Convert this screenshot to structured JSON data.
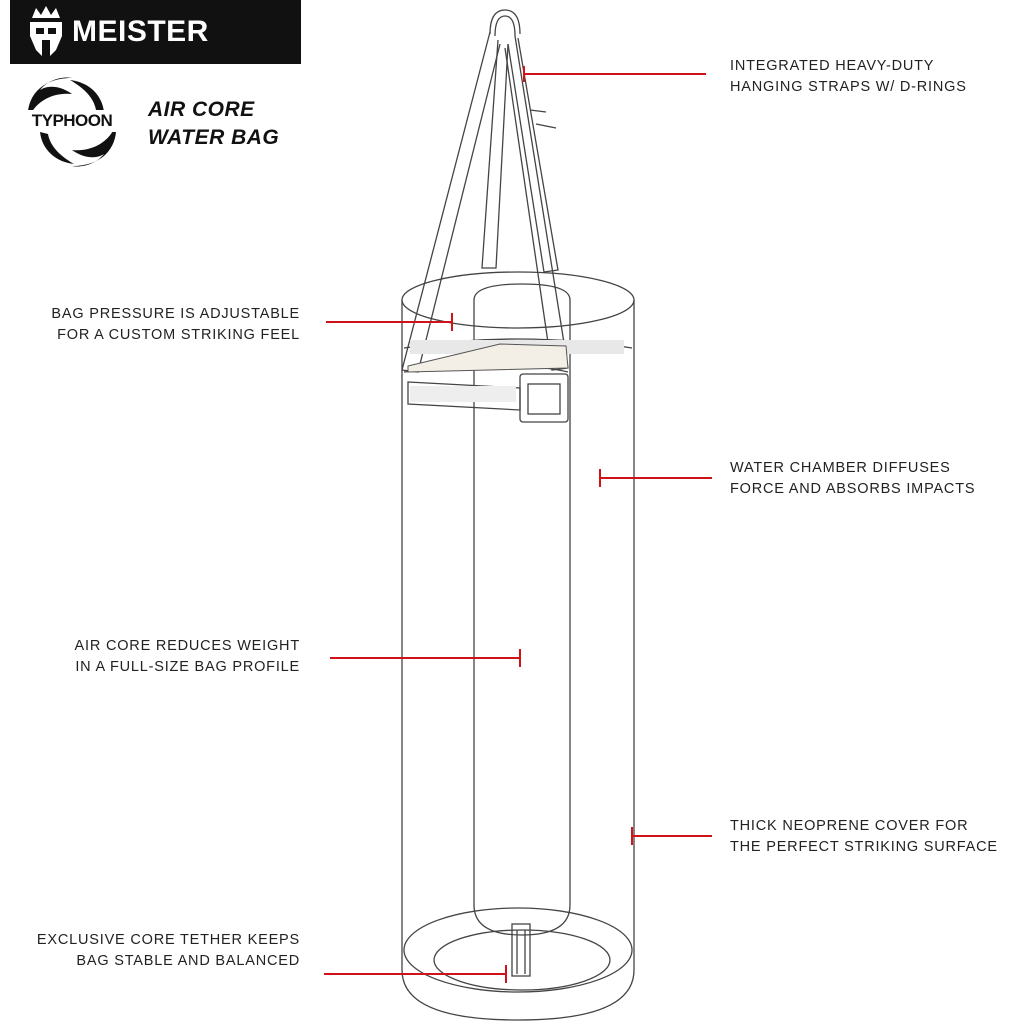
{
  "brand": {
    "name": "MEISTER",
    "bar_color": "#111111",
    "logo_icon": "helmet-crown-icon"
  },
  "product": {
    "logo_word": "TYPHOON",
    "logo_icon": "swirl-icon",
    "line1": "AIR CORE",
    "line2": "WATER BAG"
  },
  "accent_color": "#d0121b",
  "callouts": {
    "straps": {
      "line1": "INTEGRATED HEAVY-DUTY",
      "line2": "HANGING STRAPS W/ D-RINGS"
    },
    "pressure": {
      "line1": "BAG PRESSURE IS ADJUSTABLE",
      "line2": "FOR A CUSTOM STRIKING FEEL"
    },
    "water": {
      "line1": "WATER CHAMBER DIFFUSES",
      "line2": "FORCE AND ABSORBS IMPACTS"
    },
    "air_core": {
      "line1": "AIR CORE REDUCES WEIGHT",
      "line2": "IN A FULL-SIZE BAG PROFILE"
    },
    "neoprene": {
      "line1": "THICK NEOPRENE COVER FOR",
      "line2": "THE PERFECT STRIKING SURFACE"
    },
    "tether": {
      "line1": "EXCLUSIVE CORE TETHER KEEPS",
      "line2": "BAG STABLE AND BALANCED"
    }
  }
}
